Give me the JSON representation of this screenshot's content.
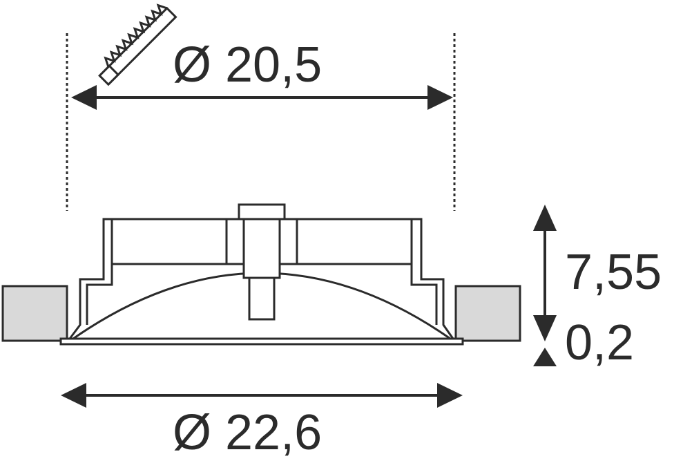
{
  "dimensions": {
    "cutout_diameter": "Ø 20,5",
    "outer_diameter": "Ø 22,6",
    "height": "7,55",
    "flange_thickness": "0,2"
  },
  "icons": {
    "cutout": "saw-blade-icon"
  },
  "colors": {
    "line": "#2b2b2b",
    "ceiling": "#d9d9d9",
    "background": "#ffffff"
  }
}
